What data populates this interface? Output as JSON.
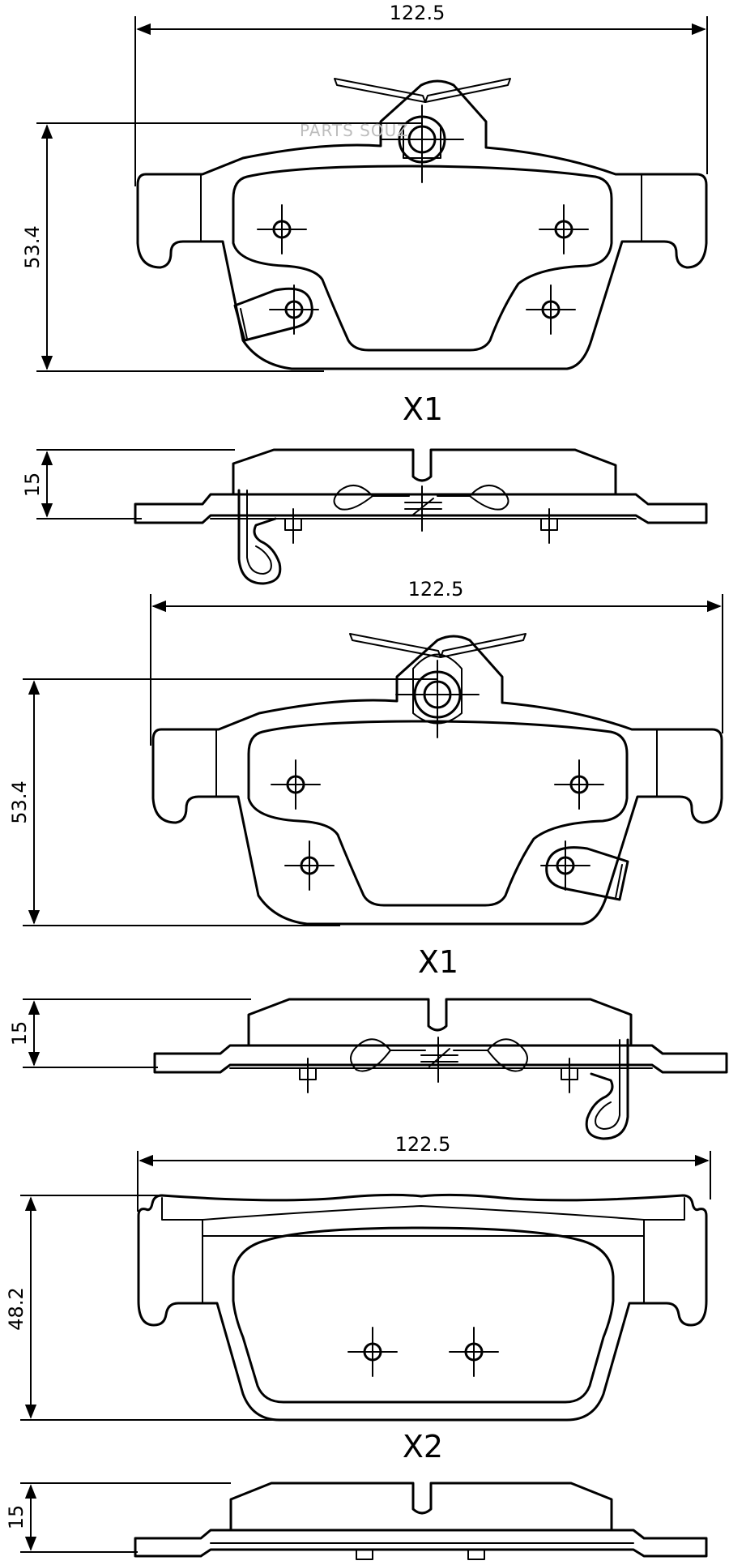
{
  "watermark": "PARTS SOUZ",
  "views": [
    {
      "id": "x1-top",
      "width_label": "122.5",
      "height_label": "53.4",
      "name": "X1"
    },
    {
      "id": "x1-top-side",
      "thickness_label": "15"
    },
    {
      "id": "x1-bottom",
      "width_label": "122.5",
      "height_label": "53.4",
      "name": "X1"
    },
    {
      "id": "x1-bottom-side",
      "thickness_label": "15"
    },
    {
      "id": "x2",
      "width_label": "122.5",
      "height_label": "48.2",
      "name": "X2"
    },
    {
      "id": "x2-side",
      "thickness_label": "15"
    }
  ]
}
